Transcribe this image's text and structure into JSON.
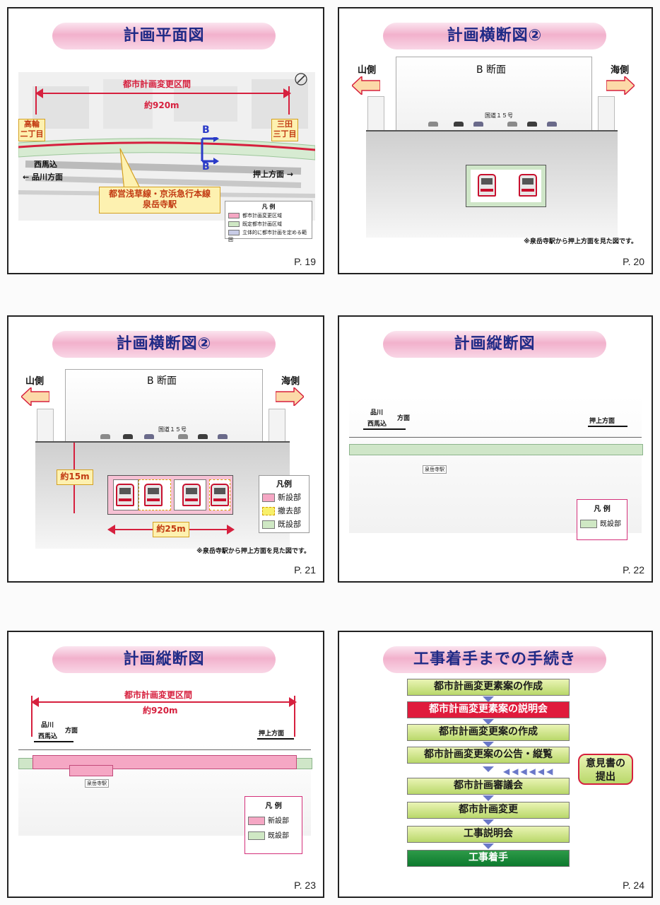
{
  "s19": {
    "title": "計画平面図",
    "section_label": "都市計画変更区間",
    "length": "約920m",
    "left_place": "高輪\n二丁目",
    "right_place": "三田\n三丁目",
    "nishimagome": "西馬込",
    "shinagawa": "← 品川方面",
    "oshiage": "押上方面 →",
    "station_callout": "都営浅草線・京浜急行本線\n泉岳寺駅",
    "b_top": "B",
    "b_bottom": "B",
    "legend_title": "凡 例",
    "legend": [
      "都市計画変更区域",
      "既定都市計画区域",
      "立体的に都市計画を定める範囲"
    ],
    "page": "P. 19"
  },
  "s20": {
    "title": "計画横断図②",
    "yama": "山側",
    "umi": "海側",
    "section": "B 断面",
    "road": "国道１５号",
    "note": "※泉岳寺駅から押上方面を見た図です。",
    "page": "P. 20"
  },
  "s21": {
    "title": "計画横断図②",
    "yama": "山側",
    "umi": "海側",
    "section": "B 断面",
    "road": "国道１５号",
    "depth": "約15m",
    "width": "約25m",
    "legend_title": "凡例",
    "legend": [
      "新設部",
      "撤去部",
      "既設部"
    ],
    "note": "※泉岳寺駅から押上方面を見た図です。",
    "page": "P. 21"
  },
  "s22": {
    "title": "計画縦断図",
    "shinagawa": "品川",
    "nishimagome": "西馬込",
    "houmen": "方面",
    "oshiage": "押上方面",
    "station": "泉岳寺駅",
    "legend_title": "凡 例",
    "legend": [
      "既設部"
    ],
    "page": "P. 22"
  },
  "s23": {
    "title": "計画縦断図",
    "section_label": "都市計画変更区間",
    "length": "約920m",
    "shinagawa": "品川",
    "nishimagome": "西馬込",
    "houmen": "方面",
    "oshiage": "押上方面",
    "station": "泉岳寺駅",
    "legend_title": "凡 例",
    "legend": [
      "新設部",
      "既設部"
    ],
    "page": "P. 23"
  },
  "s24": {
    "title": "工事着手までの手続き",
    "steps": [
      "都市計画変更素案の作成",
      "都市計画変更素案の説明会",
      "都市計画変更案の作成",
      "都市計画変更案の公告・縦覧",
      "都市計画審議会",
      "都市計画変更",
      "工事説明会",
      "工事着手"
    ],
    "opinion": "意見書の\n提出",
    "page": "P. 24"
  },
  "colors": {
    "title_text": "#1f2a86",
    "accent_red": "#d6203e",
    "new_pink": "#f5a7c4",
    "existing_green": "#cfe8c4"
  }
}
